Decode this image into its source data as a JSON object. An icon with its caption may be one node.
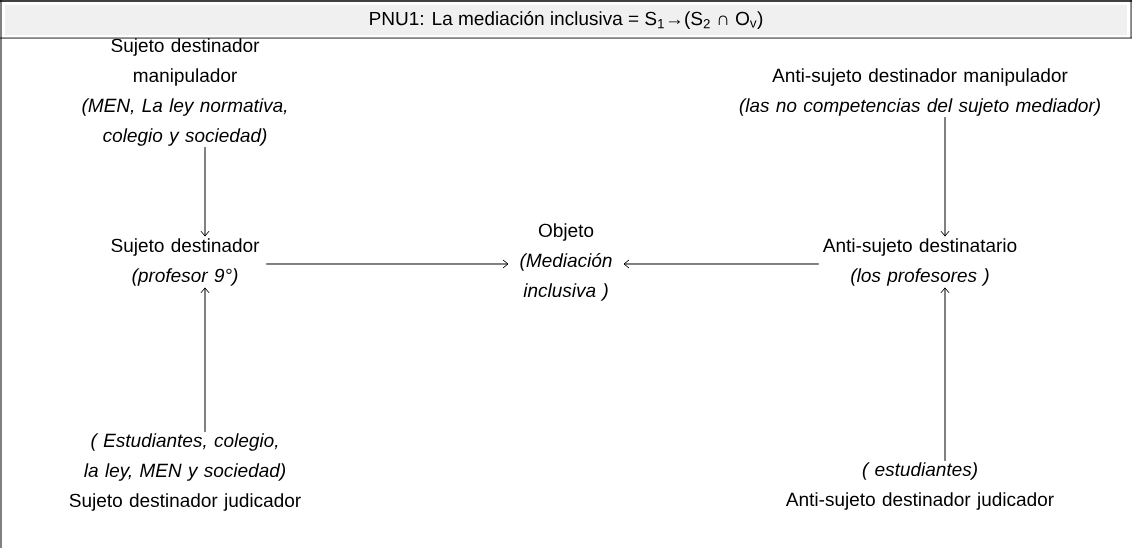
{
  "diagram": {
    "title": "PNU1: La mediación inclusiva = S$_{1}$→(S$_{2}$ ∩ O$_{v}$)",
    "nodes": [
      {
        "text": [
          "Sujeto destinador manipulador",
          "(MEN, La ley normativa, colegio y sociedad)"
        ]
      },
      {
        "text": [
          "Anti-sujeto destinador manipulador",
          "(las no competencias del sujeto mediador)"
        ]
      },
      {
        "text": [
          "Sujeto destinador",
          "(profesor 9°)"
        ]
      },
      {
        "text": [
          "Objeto",
          "(Mediación inclusiva )"
        ]
      },
      {
        "text": [
          "Anti-sujeto destinatario",
          "(los profesores )"
        ]
      },
      {
        "text": [
          "( Estudiantes, colegio, la ley, MEN y sociedad)",
          "Sujeto destinador judicador"
        ]
      },
      {
        "text": [
          "( estudiantes)",
          "Anti-sujeto destinador judicador"
        ]
      }
    ],
    "edges": [
      {
        "from": 0,
        "to": 2,
        "arrow": "to"
      },
      {
        "from": 1,
        "to": 4,
        "arrow": "to"
      },
      {
        "from": 2,
        "to": 3,
        "arrow": "to"
      },
      {
        "from": 4,
        "to": 3,
        "arrow": "to"
      },
      {
        "from": 5,
        "to": 2,
        "arrow": "to"
      },
      {
        "from": 6,
        "to": 4,
        "arrow": "to"
      }
    ]
  }
}
